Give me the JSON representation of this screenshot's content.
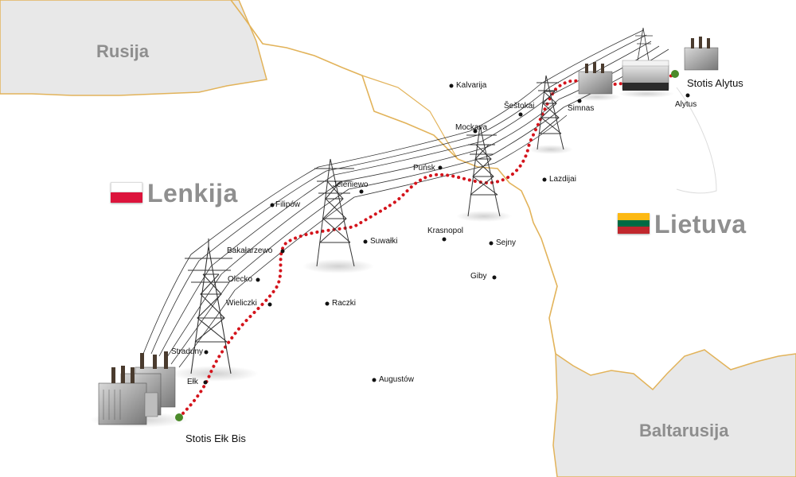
{
  "countries": {
    "russia": "Rusija",
    "poland": "Lenkija",
    "lithuania": "Lietuva",
    "belarus": "Baltarusija"
  },
  "flags": {
    "poland": [
      "#ffffff",
      "#dc143c"
    ],
    "lithuania": [
      "#fdb913",
      "#006a44",
      "#c1272d"
    ]
  },
  "stations": {
    "start": "Stotis Ełk Bis",
    "end": "Stotis Alytus"
  },
  "cities": [
    {
      "id": "kalvarija",
      "name": "Kalvarija"
    },
    {
      "id": "sestokai",
      "name": "Šeštokai"
    },
    {
      "id": "simnas",
      "name": "Simnas"
    },
    {
      "id": "alytus",
      "name": "Alytus"
    },
    {
      "id": "mockava",
      "name": "Mockava"
    },
    {
      "id": "lazdijai",
      "name": "Lazdijai"
    },
    {
      "id": "punsk",
      "name": "Puńsk"
    },
    {
      "id": "jeleniewo",
      "name": "Jeleniewo"
    },
    {
      "id": "filipow",
      "name": "Filipów"
    },
    {
      "id": "bakalarzewo",
      "name": "Bakałarzewo"
    },
    {
      "id": "suwalki",
      "name": "Suwałki"
    },
    {
      "id": "krasnopol",
      "name": "Krasnopol"
    },
    {
      "id": "sejny",
      "name": "Sejny"
    },
    {
      "id": "giby",
      "name": "Giby"
    },
    {
      "id": "olecko",
      "name": "Olecko"
    },
    {
      "id": "wieliczki",
      "name": "Wieliczki"
    },
    {
      "id": "raczki",
      "name": "Raczki"
    },
    {
      "id": "straduny",
      "name": "Straduny"
    },
    {
      "id": "elk",
      "name": "Ełk"
    },
    {
      "id": "augustow",
      "name": "Augustów"
    }
  ],
  "colors": {
    "border": "#e2b35a",
    "neighbor_fill": "#e8e8e8",
    "route": "#d4141c",
    "station_dot": "#4b8a2a"
  }
}
